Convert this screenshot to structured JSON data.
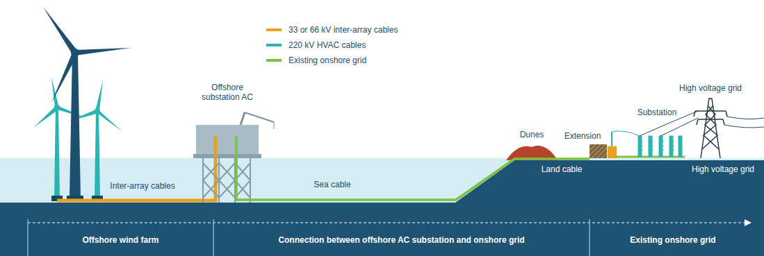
{
  "diagram": {
    "nodes": [
      {
        "text": [
          "Offshore wind farm"
        ]
      },
      {
        "text": [
          "Connection between offshore AC substation and onshore grid"
        ]
      },
      {
        "text": [
          "Existing onshore grid"
        ]
      }
    ],
    "labels": [
      "Offshore substation AC",
      "Inter-array cables",
      "Sea cable",
      "Dunes",
      "Extension",
      "Land cable",
      "Substation",
      "High voltage grid",
      "High voltage grid"
    ],
    "legend": [
      {
        "text": "33 or 66 kV inter-array cables",
        "color": "#e8a21f"
      },
      {
        "text": "220 kV HVAC cables",
        "color": "#2ab5b0"
      },
      {
        "text": "Existing onshore grid",
        "color": "#7cc242"
      }
    ]
  }
}
